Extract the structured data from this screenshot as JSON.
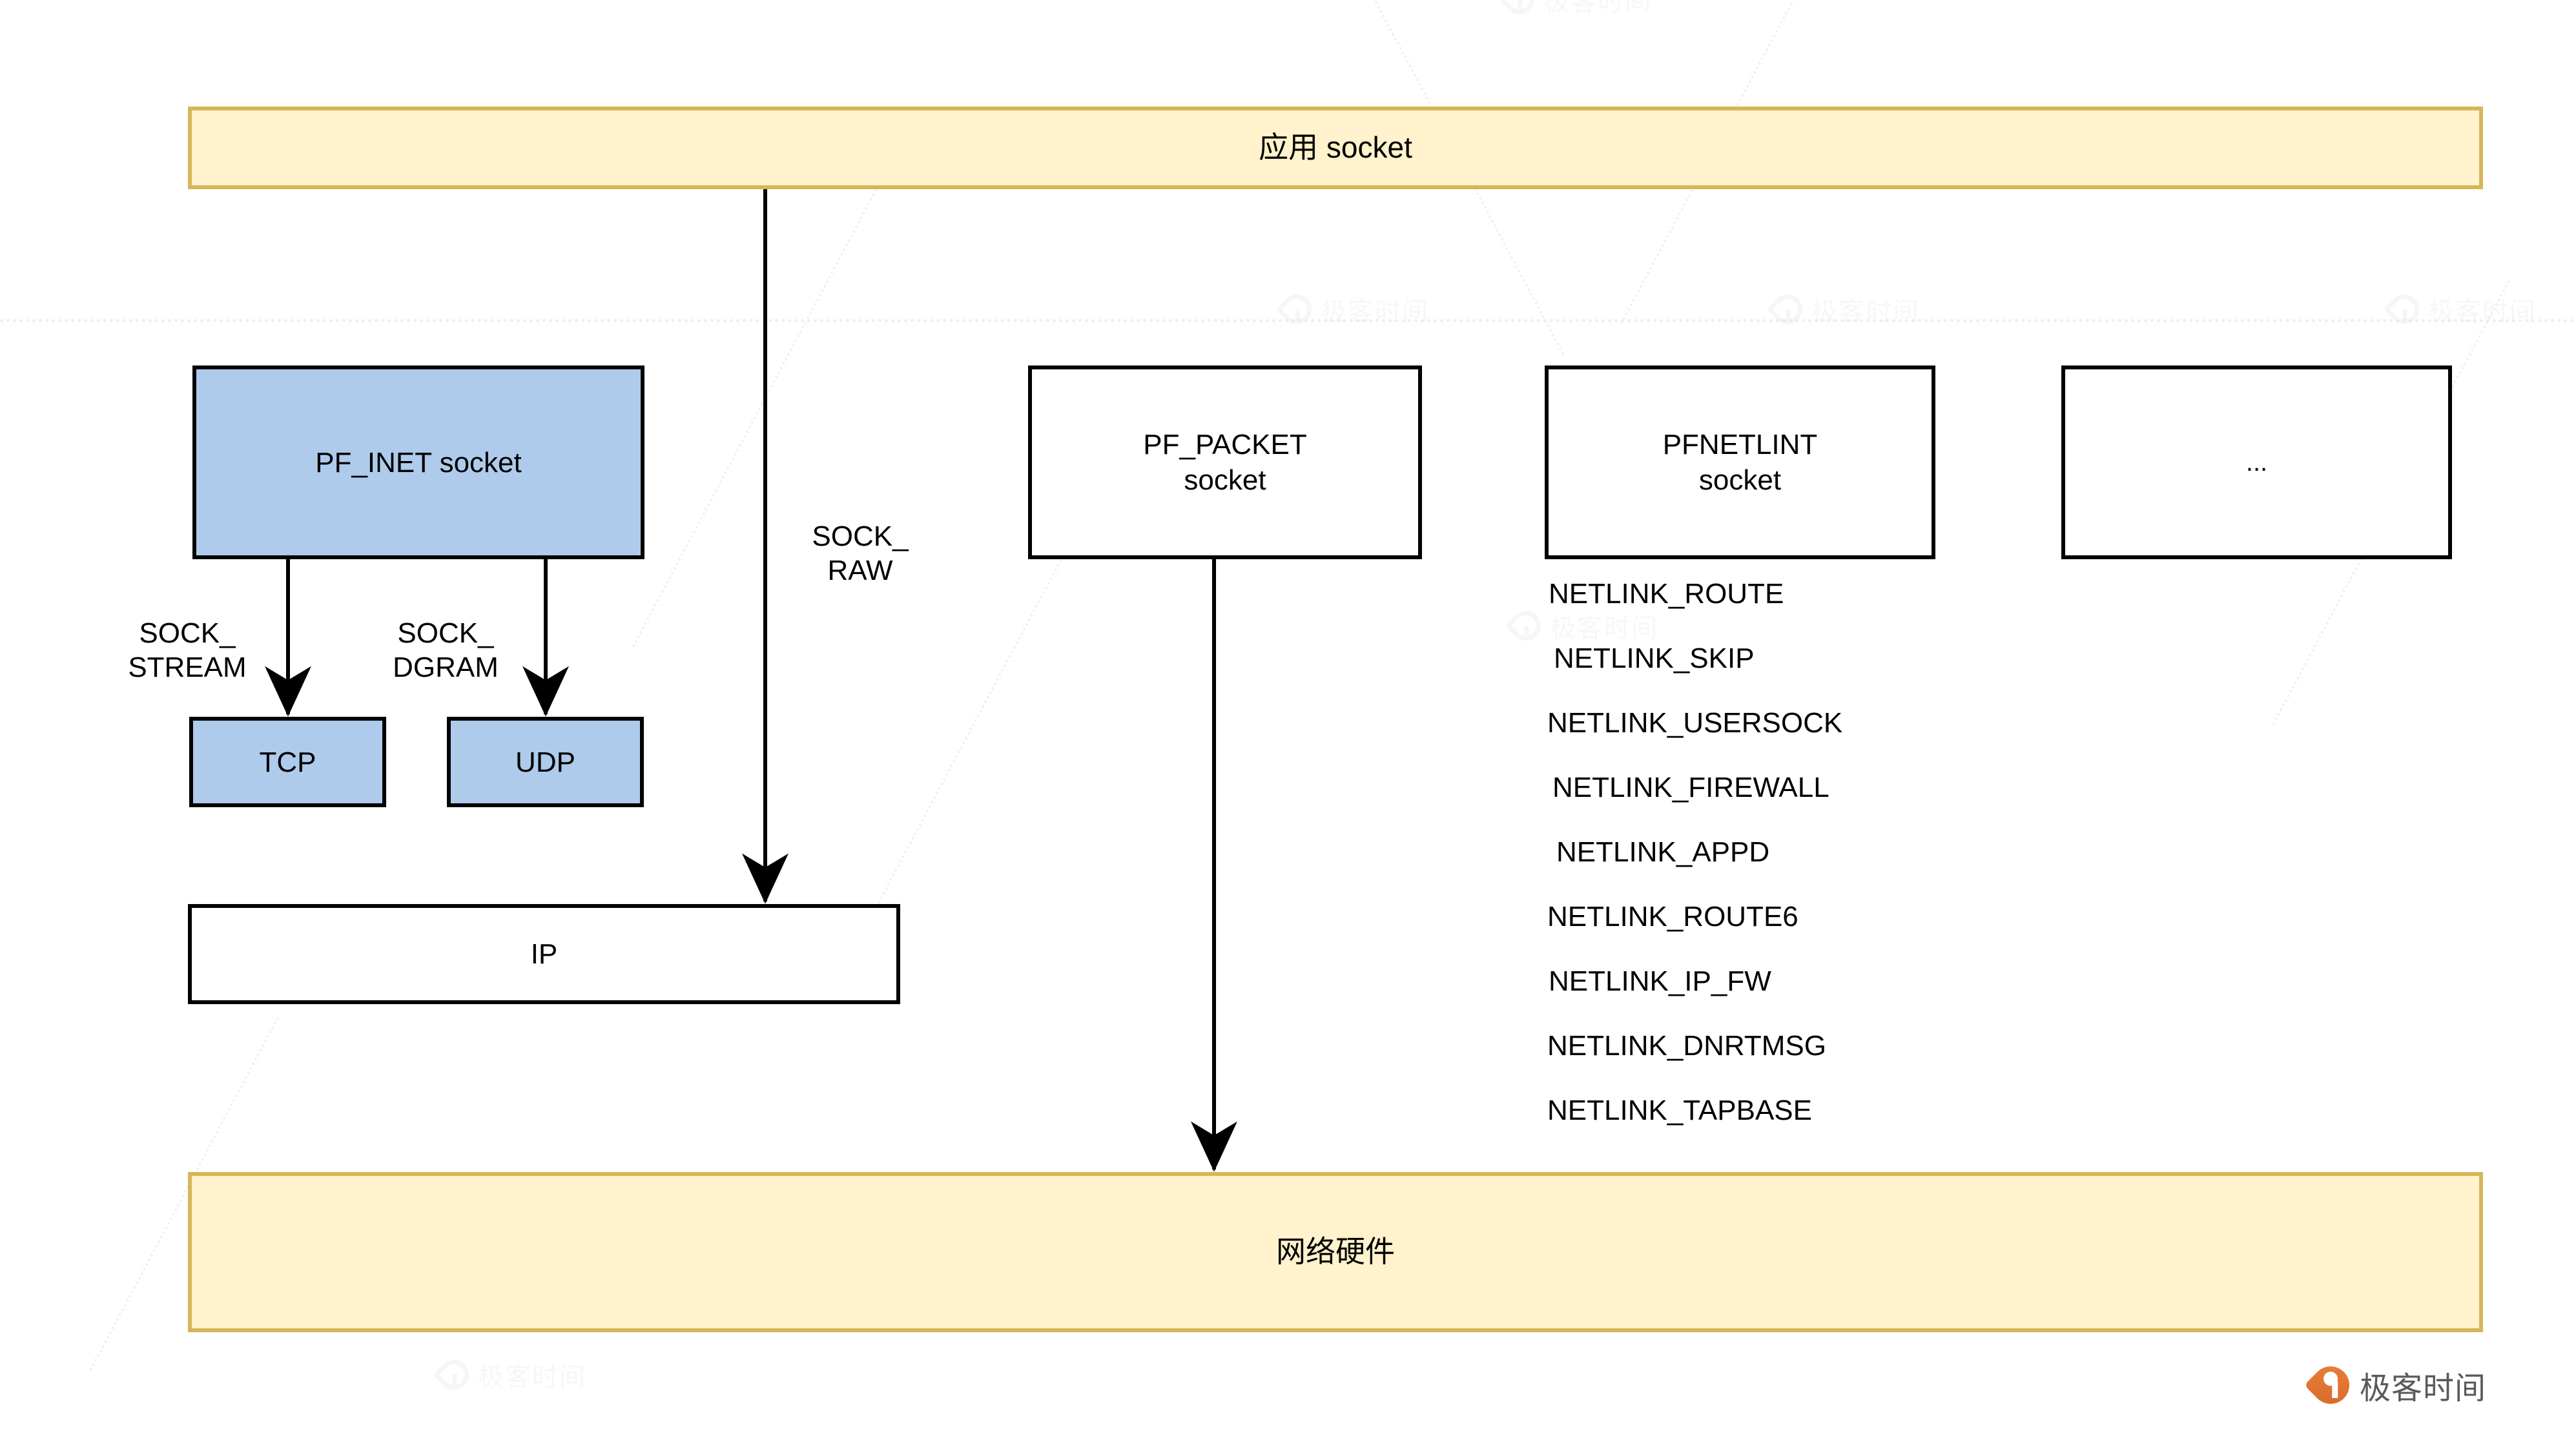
{
  "diagram": {
    "title_top": "应用 socket",
    "title_bottom": "网络硬件",
    "colors": {
      "band_fill": "#fff2cc",
      "band_border": "#d6b656",
      "blue_fill": "#aecbeb",
      "node_border": "#000000",
      "brand_orange": "#e0762f",
      "watermark_gray": "#e6e6e6"
    },
    "nodes": {
      "app_socket": "应用 socket",
      "pf_inet": "PF_INET socket",
      "tcp": "TCP",
      "udp": "UDP",
      "ip": "IP",
      "pf_packet": "PF_PACKET\nsocket",
      "pfnetlint": "PFNETLINT\nsocket",
      "ellipsis": "...",
      "hardware": "网络硬件"
    },
    "edge_labels": {
      "sock_stream": "SOCK_\nSTREAM",
      "sock_dgram": "SOCK_\nDGRAM",
      "sock_raw": "SOCK_\nRAW"
    },
    "netlink_protocols": [
      "NETLINK_ROUTE",
      "NETLINK_SKIP",
      "NETLINK_USERSOCK",
      "NETLINK_FIREWALL",
      "NETLINK_APPD",
      "NETLINK_ROUTE6",
      "NETLINK_IP_FW",
      "NETLINK_DNRTMSG",
      "NETLINK_TAPBASE"
    ]
  },
  "watermark": {
    "text": "极客时间",
    "brand_text": "极客时间"
  }
}
